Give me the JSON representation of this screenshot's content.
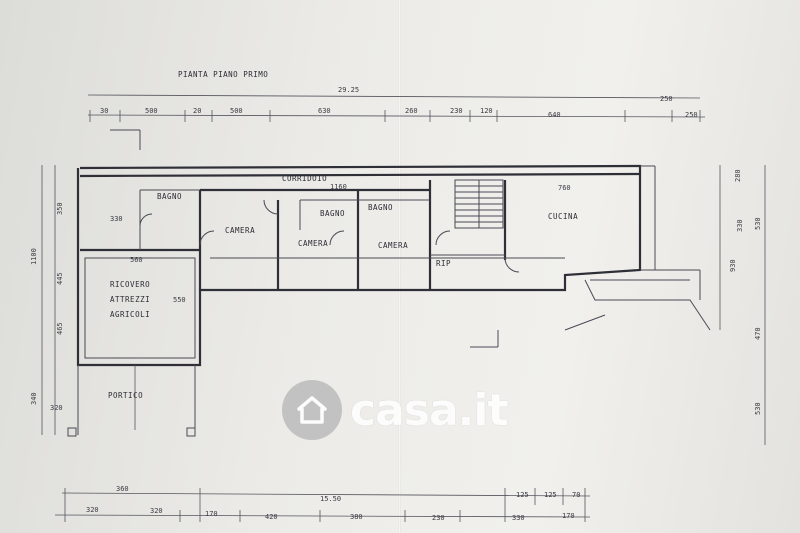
{
  "plan": {
    "title": "PIANTA PIANO PRIMO",
    "rooms": {
      "corridoio": "CORRIDOIO",
      "bagno_small": "BAGNO",
      "camera_a": "CAMERA",
      "camera_b": "CAMERA",
      "bagno_mid_a": "BAGNO",
      "bagno_mid_b": "BAGNO",
      "camera_c": "CAMERA",
      "cucina": "CUCINA",
      "rip": "RIP",
      "ricovero_1": "RICOVERO",
      "ricovero_2": "ATTREZZI",
      "ricovero_3": "AGRICOLI",
      "portico": "PORTICO"
    },
    "dims_top_total": "29.25",
    "dims_top_row": [
      "30",
      "500",
      "20",
      "500",
      "630",
      "260",
      "230",
      "120",
      "640",
      "250"
    ],
    "dims_top_far": "250",
    "dims_bottom_total": "15.50",
    "dims_bottom_row1": [
      "360",
      "125",
      "125",
      "70"
    ],
    "dims_bottom_row2": [
      "320",
      "320",
      "170",
      "420",
      "380",
      "230",
      "330",
      "170"
    ],
    "dims_left": [
      "1100",
      "350",
      "445",
      "465",
      "340"
    ],
    "dims_right": [
      "280",
      "330",
      "530",
      "930",
      "470",
      "530"
    ],
    "inner_labels": {
      "corr_len": "1160",
      "cucina_len": "760",
      "ric_w": "560",
      "ric_h": "550",
      "bagno_w": "330",
      "portico_h": "320"
    }
  },
  "watermark": {
    "brand": "casa.it",
    "icon": "house-icon"
  }
}
